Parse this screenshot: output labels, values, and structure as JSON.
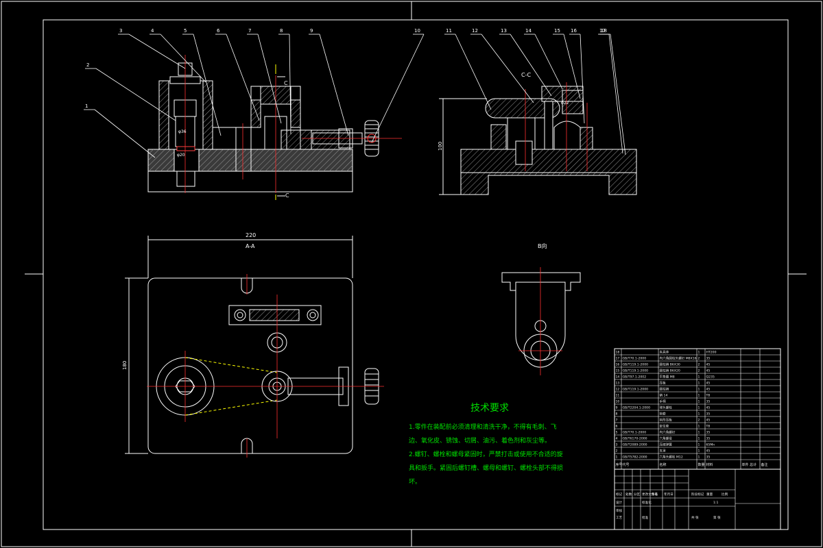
{
  "balloons": [
    "1",
    "2",
    "3",
    "4",
    "5",
    "6",
    "7",
    "8",
    "9",
    "10",
    "11",
    "12",
    "13",
    "14",
    "15",
    "16",
    "17",
    "18"
  ],
  "section_labels": {
    "cc_top": "C",
    "cc_bottom": "C",
    "cc_view": "C-C",
    "aa_view": "A-A",
    "b_view": "B向"
  },
  "dimensions": {
    "width_220": "220",
    "height_180": "180",
    "height_100": "100",
    "dia_36": "φ36",
    "dia_20": "φ20",
    "dia_22": "φ22"
  },
  "tech_requirements": {
    "title": "技术要求",
    "lines": [
      "1.零件在装配前必须清理和清洗干净，不得有毛刺、飞",
      "边、氧化皮、锈蚀、切屑、油污、着色剂和灰尘等。",
      "2.螺钉、螺栓和螺母紧固时，严禁打击或使用不合适的旋",
      "具和扳手。紧固后螺钉槽、螺母和螺钉、螺栓头部不得损",
      "坏。"
    ]
  },
  "bom": {
    "rows": [
      {
        "no": "18",
        "code": "",
        "name": "夹具体",
        "qty": "1",
        "material": "HT200"
      },
      {
        "no": "17",
        "code": "GB/T70.1-2000",
        "name": "内六角圆柱头螺钉 M8X16",
        "qty": "2",
        "material": "35"
      },
      {
        "no": "16",
        "code": "GB/T119.1-2000",
        "name": "圆柱销 B6X30",
        "qty": "2",
        "material": "45"
      },
      {
        "no": "15",
        "code": "GB/T119.1-2000",
        "name": "圆柱销 B6X20",
        "qty": "2",
        "material": "45"
      },
      {
        "no": "14",
        "code": "GB/T97.1-2002",
        "name": "平垫圈 M8",
        "qty": "1",
        "material": "Q235"
      },
      {
        "no": "13",
        "code": "",
        "name": "压板",
        "qty": "1",
        "material": "45"
      },
      {
        "no": "12",
        "code": "GB/T119.1-2000",
        "name": "圆柱销",
        "qty": "1",
        "material": "45"
      },
      {
        "no": "11",
        "code": "",
        "name": "销 14",
        "qty": "1",
        "material": "T8"
      },
      {
        "no": "10",
        "code": "",
        "name": "手柄",
        "qty": "1",
        "material": "35"
      },
      {
        "no": "9",
        "code": "GB/T2204.1-2000",
        "name": "球头螺栓",
        "qty": "1",
        "material": "45"
      },
      {
        "no": "8",
        "code": "",
        "name": "钩套",
        "qty": "1",
        "material": "35"
      },
      {
        "no": "7",
        "code": "",
        "name": "钩形压板",
        "qty": "2",
        "material": "45"
      },
      {
        "no": "6",
        "code": "",
        "name": "定位套",
        "qty": "1",
        "material": "T8"
      },
      {
        "no": "5",
        "code": "GB/T70.1-2000",
        "name": "内六角螺钉",
        "qty": "1",
        "material": "35"
      },
      {
        "no": "4",
        "code": "GB/T6170-2000",
        "name": "六角螺母",
        "qty": "1",
        "material": "35"
      },
      {
        "no": "3",
        "code": "GB/T2089-2000",
        "name": "压缩弹簧",
        "qty": "1",
        "material": "65Mn"
      },
      {
        "no": "2",
        "code": "",
        "name": "支承",
        "qty": "1",
        "material": "45"
      },
      {
        "no": "1",
        "code": "GB/T5782-2000",
        "name": "六角头螺栓 M12",
        "qty": "1",
        "material": "35"
      }
    ],
    "header": [
      "序号",
      "代号",
      "名称",
      "数量",
      "材料",
      "单件 总计",
      "备注"
    ],
    "footer_labels": [
      "标记",
      "处数",
      "分区",
      "更改文件号",
      "签名",
      "年月日",
      "设计",
      "标准化",
      "阶段标记",
      "重量",
      "比例",
      "审核",
      "工艺",
      "批准",
      "共 张",
      "第 张"
    ],
    "scale": "1:1"
  }
}
